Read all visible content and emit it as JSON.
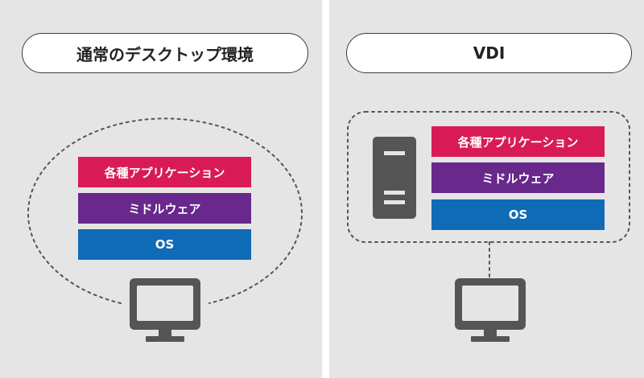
{
  "left_panel": {
    "title": "通常のデスクトップ環境",
    "layers": [
      {
        "label": "各種アプリケーション",
        "color": "#d81b57"
      },
      {
        "label": "ミドルウェア",
        "color": "#68288c"
      },
      {
        "label": "OS",
        "color": "#0f6bb6"
      }
    ],
    "icon": "monitor-icon"
  },
  "right_panel": {
    "title": "VDI",
    "layers": [
      {
        "label": "各種アプリケーション",
        "color": "#d81b57"
      },
      {
        "label": "ミドルウェア",
        "color": "#68288c"
      },
      {
        "label": "OS",
        "color": "#0f6bb6"
      }
    ],
    "server_icon": "server-icon",
    "icon": "monitor-icon"
  },
  "colors": {
    "panel_bg": "#e5e5e5",
    "icon": "#555555",
    "dashed": "#555555"
  }
}
